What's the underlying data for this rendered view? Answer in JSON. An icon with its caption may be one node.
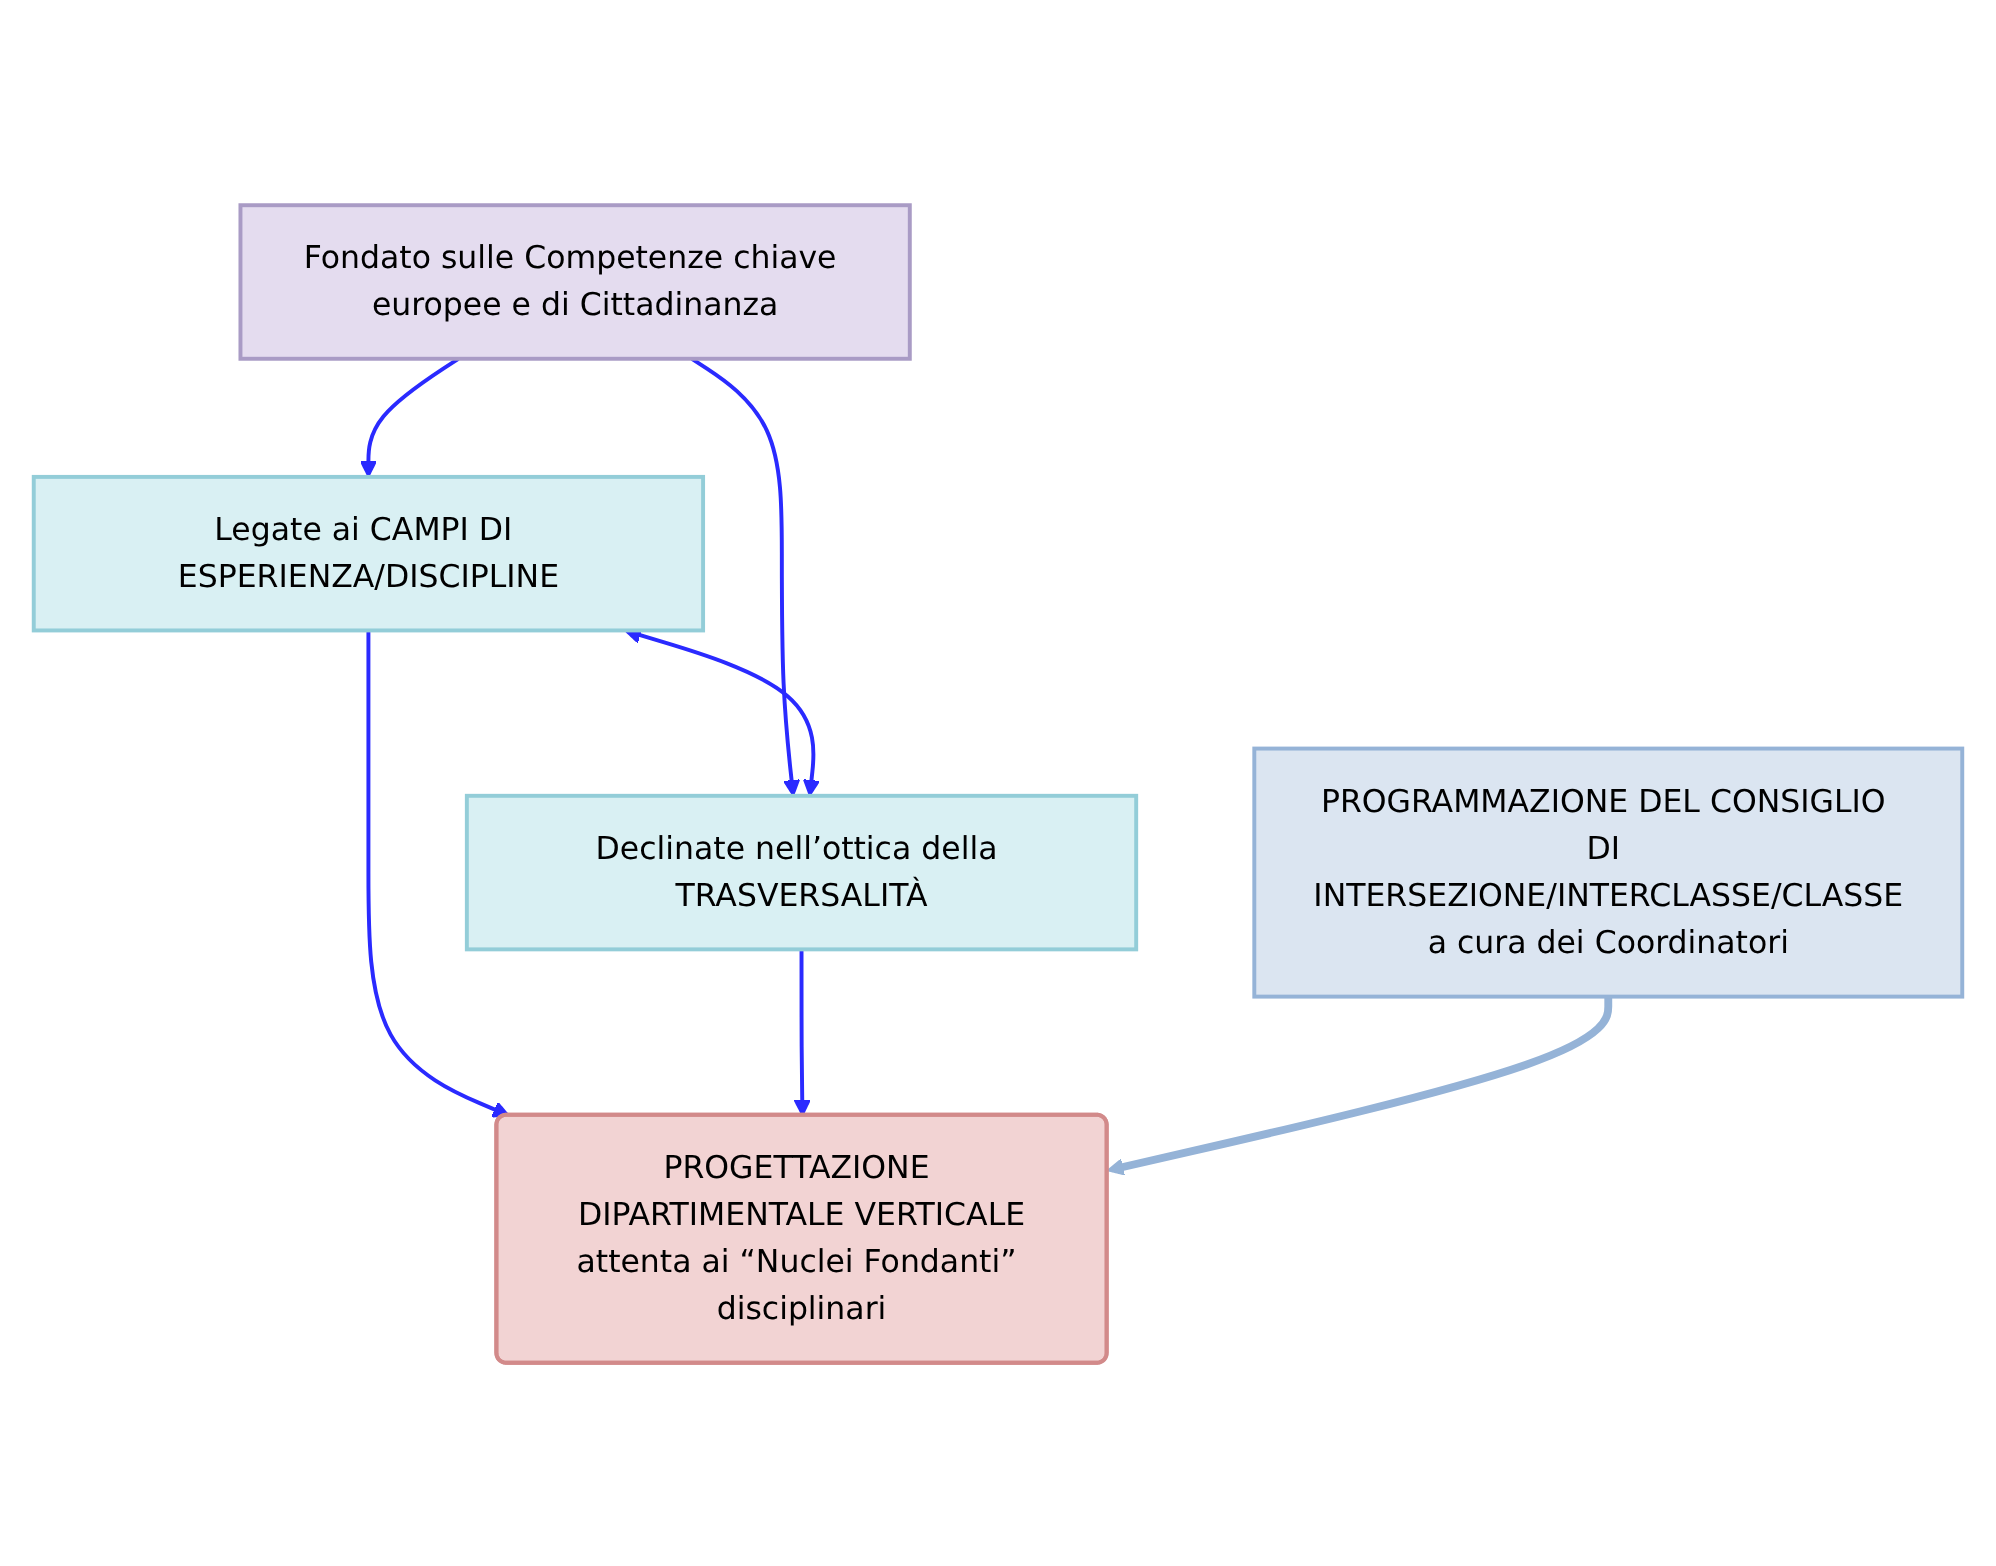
{
  "diagram": {
    "nodes": [
      {
        "text": [
          "Fondato sulle Competenze chiave europee e di Cittadinanza"
        ]
      },
      {
        "text": [
          "Legate ai CAMPI DI ESPERIENZA/DISCIPLINE"
        ]
      },
      {
        "text": [
          "Declinate nell’ottica della TRASVERSALITÀ"
        ]
      },
      {
        "text": [
          "PROGETTAZIONE DIPARTIMENTALE VERTICALE",
          "attenta ai “Nuclei Fondanti” disciplinari"
        ]
      },
      {
        "text": [
          "PROGRAMMAZIONE DEL CONSIGLIO DI INTERSEZIONE/INTERCLASSE/CLASSE",
          "a cura dei Coordinatori"
        ]
      }
    ],
    "edges": [
      {
        "from": 0,
        "to": 1,
        "arrow": "to"
      },
      {
        "from": 0,
        "to": 2,
        "arrow": "to"
      },
      {
        "from": 1,
        "to": 2,
        "arrow": "both"
      },
      {
        "from": 1,
        "to": 3,
        "arrow": "to"
      },
      {
        "from": 2,
        "to": 3,
        "arrow": "to"
      },
      {
        "from": 4,
        "to": 3,
        "arrow": "to",
        "style": "thick",
        "color": "#95b3d7"
      }
    ]
  }
}
